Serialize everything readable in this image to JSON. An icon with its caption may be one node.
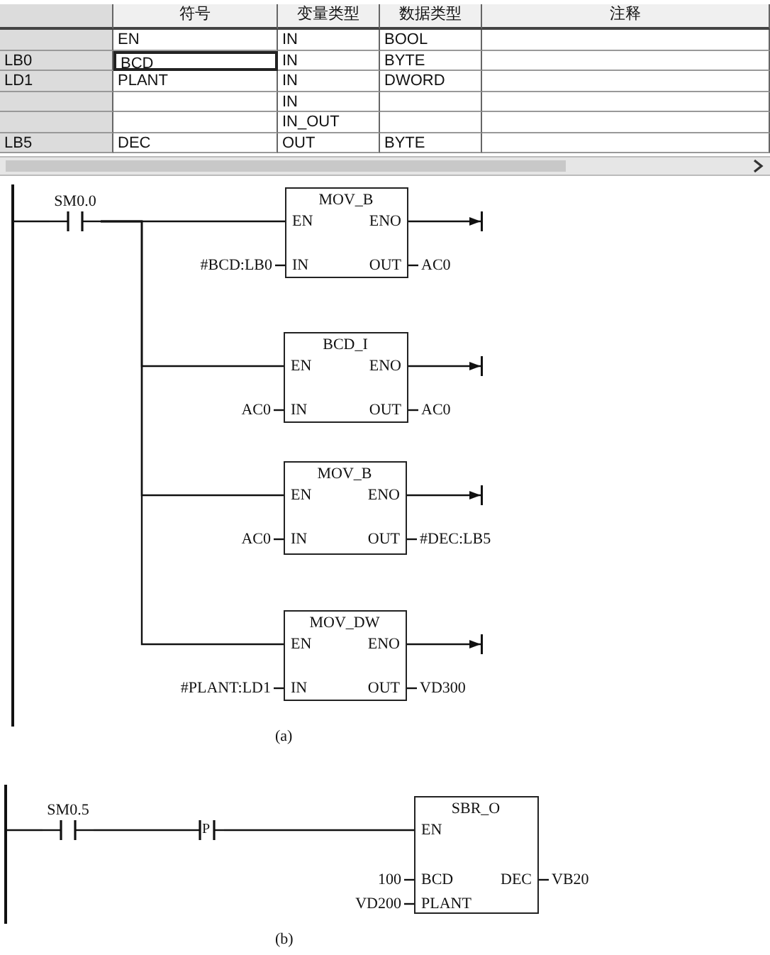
{
  "diagram": {
    "nodes": [
      {
        "text": [],
        "shape": "bar"
      },
      {
        "text": [
          "SM0.0"
        ]
      },
      {
        "text": [
          "MOV_B",
          "EN",
          "ENO",
          "IN",
          "OUT"
        ],
        "beside": [
          "#BCD:LB0",
          "AC0"
        ]
      },
      {
        "text": [
          "BCD_I",
          "EN",
          "ENO",
          "IN",
          "OUT"
        ],
        "beside": [
          "AC0",
          "AC0"
        ]
      },
      {
        "text": [
          "MOV_B",
          "EN",
          "ENO",
          "IN",
          "OUT"
        ],
        "beside": [
          "AC0",
          "#DEC:LB5"
        ]
      },
      {
        "text": [
          "MOV_DW",
          "EN",
          "ENO",
          "IN",
          "OUT"
        ],
        "beside": [
          "#PLANT:LD1",
          "VD300"
        ]
      },
      {
        "text": [],
        "shape": "bar"
      },
      {
        "text": [
          "SM0.5"
        ]
      },
      {
        "text": [
          "P"
        ]
      },
      {
        "text": [
          "SBR_O",
          "EN",
          "BCD",
          "DEC",
          "PLANT"
        ],
        "beside": [
          "100",
          "VB20",
          "VD200"
        ]
      }
    ],
    "edges": [
      {
        "from": 0,
        "to": 1,
        "arrow": "none"
      },
      {
        "from": 1,
        "to": 2,
        "arrow": "none"
      },
      {
        "from": 1,
        "to": 3,
        "arrow": "none"
      },
      {
        "from": 1,
        "to": 4,
        "arrow": "none"
      },
      {
        "from": 1,
        "to": 5,
        "arrow": "none"
      },
      {
        "from": 2,
        "to": null,
        "arrow": "to"
      },
      {
        "from": 3,
        "to": null,
        "arrow": "to"
      },
      {
        "from": 4,
        "to": null,
        "arrow": "to"
      },
      {
        "from": 5,
        "to": null,
        "arrow": "to"
      },
      {
        "from": 6,
        "to": 7,
        "arrow": "none"
      },
      {
        "from": 7,
        "to": 8,
        "arrow": "none"
      },
      {
        "from": 8,
        "to": 9,
        "arrow": "none"
      }
    ],
    "labels": [
      "符号",
      "变量类型",
      "数据类型",
      "注释",
      "EN",
      "IN",
      "BOOL",
      "LB0",
      "BCD",
      "IN",
      "BYTE",
      "LD1",
      "PLANT",
      "IN",
      "DWORD",
      "IN",
      "IN_OUT",
      "LB5",
      "DEC",
      "OUT",
      "BYTE",
      "(a)",
      "(b)"
    ]
  }
}
